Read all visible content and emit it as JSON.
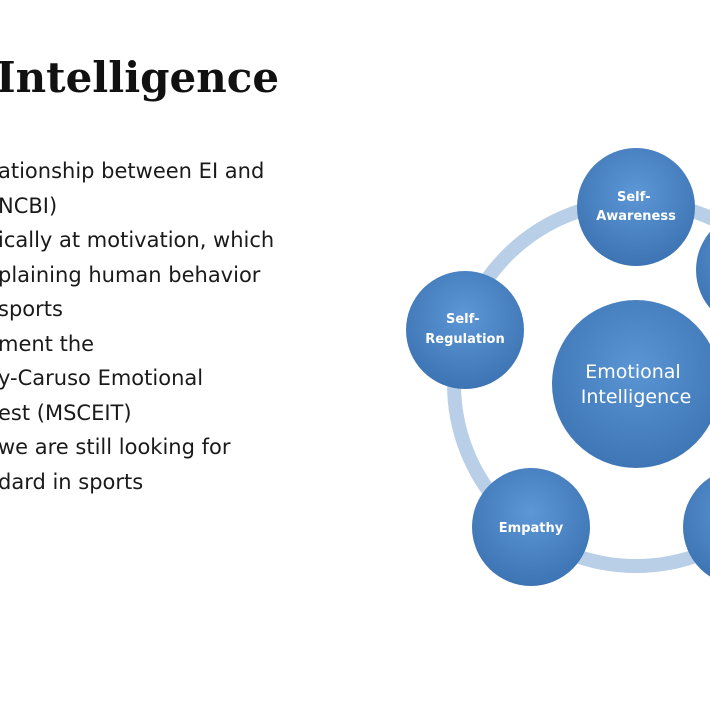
{
  "slide": {
    "title": "Intelligence",
    "lines": [
      "ationship between EI and",
      "NCBI)",
      "ically at motivation, which",
      "plaining human behavior",
      "sports",
      "ment the",
      "y-Caruso Emotional",
      "est (MSCEIT)",
      " we are still looking for",
      "dard in sports"
    ]
  },
  "diagram": {
    "center": {
      "lines": [
        "Emotional",
        "Intelligence"
      ]
    },
    "nodes": [
      {
        "id": "self-awareness",
        "lines": [
          "Self-",
          "Awareness"
        ]
      },
      {
        "id": "self-regulation",
        "lines": [
          "Self-",
          "Regulation"
        ]
      },
      {
        "id": "empathy",
        "lines": [
          "Empathy"
        ]
      },
      {
        "id": "offscreen-right-top",
        "lines": []
      },
      {
        "id": "offscreen-right-bottom",
        "lines": []
      }
    ],
    "colors": {
      "node_fill": "#4a86c9",
      "node_fill_dark": "#3a6fae",
      "ring": "#b9cfe8"
    }
  }
}
